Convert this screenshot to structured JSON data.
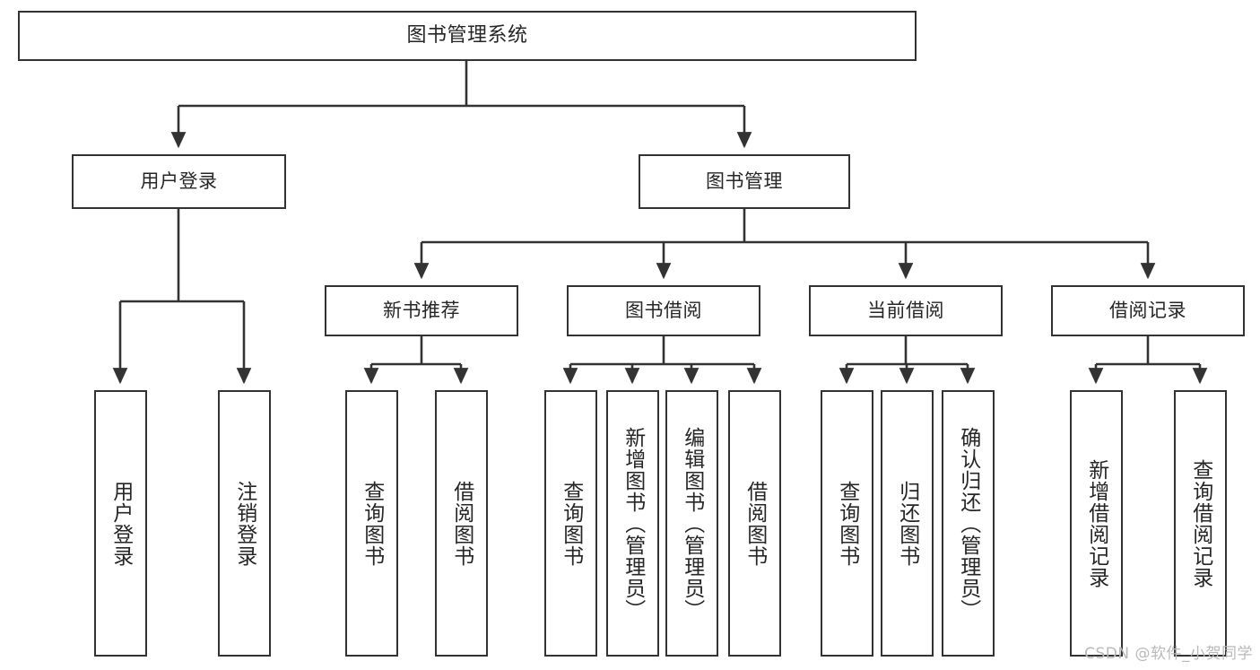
{
  "diagram": {
    "title": "图书管理系统",
    "type": "tree",
    "orientation": "top-down",
    "colors": {
      "box_border": "#333333",
      "box_fill": "#ffffff",
      "text": "#262626",
      "edge": "#333333",
      "watermark": "#b9b9b9"
    },
    "watermark": "CSDN @软件_小贺同学"
  },
  "nodes": {
    "root": {
      "label": "图书管理系统",
      "level": 1
    },
    "level2": [
      {
        "id": "user-login",
        "label": "用户登录",
        "level": 2
      },
      {
        "id": "book-manage",
        "label": "图书管理",
        "level": 2
      }
    ],
    "level3": [
      {
        "id": "new-book-recommend",
        "label": "新书推荐",
        "level": 3
      },
      {
        "id": "book-borrow",
        "label": "图书借阅",
        "level": 3
      },
      {
        "id": "current-borrow",
        "label": "当前借阅",
        "level": 3
      },
      {
        "id": "borrow-record",
        "label": "借阅记录",
        "level": 3
      }
    ],
    "leaves": {
      "user-login": [
        {
          "id": "leaf-user-login",
          "label": "用户登录"
        },
        {
          "id": "leaf-logout",
          "label": "注销登录"
        }
      ],
      "new-book-recommend": [
        {
          "id": "leaf-query-book-1",
          "label": "查询图书"
        },
        {
          "id": "leaf-borrow-book-1",
          "label": "借阅图书"
        }
      ],
      "book-borrow": [
        {
          "id": "leaf-query-book-2",
          "label": "查询图书"
        },
        {
          "id": "leaf-add-book",
          "label": "新增图书（管理员）"
        },
        {
          "id": "leaf-edit-book",
          "label": "编辑图书（管理员）"
        },
        {
          "id": "leaf-borrow-book-2",
          "label": "借阅图书"
        }
      ],
      "current-borrow": [
        {
          "id": "leaf-query-book-3",
          "label": "查询图书"
        },
        {
          "id": "leaf-return-book",
          "label": "归还图书"
        },
        {
          "id": "leaf-confirm-return",
          "label": "确认归还（管理员）"
        }
      ],
      "borrow-record": [
        {
          "id": "leaf-add-record",
          "label": "新增借阅记录"
        },
        {
          "id": "leaf-query-record",
          "label": "查询借阅记录"
        }
      ]
    }
  }
}
